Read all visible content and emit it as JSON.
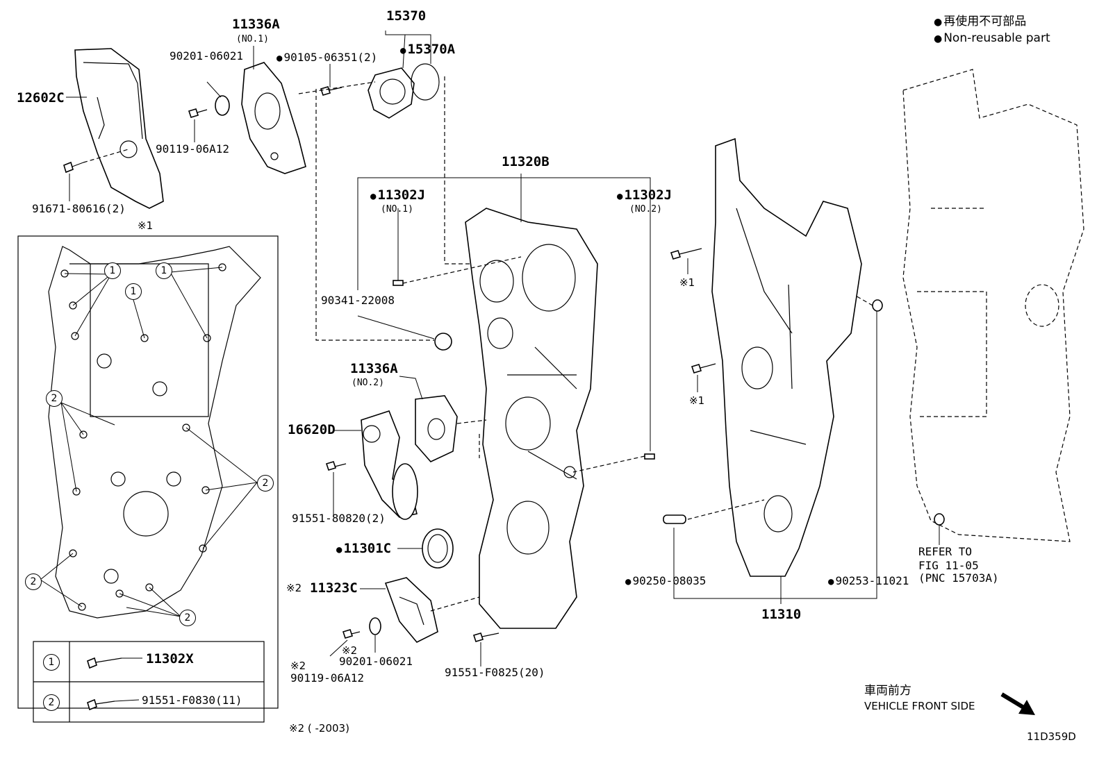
{
  "legend": {
    "jp": "再使用不可部品",
    "en": "Non-reusable part"
  },
  "figure_code": "11D359D",
  "direction": {
    "jp": "車両前方",
    "en": "VEHICLE FRONT SIDE"
  },
  "refer": {
    "line1": "REFER TO",
    "line2": "FIG 11-05",
    "line3": "(PNC 15703A)"
  },
  "footnote": "※2 (      -2003)",
  "inset_marker": "※1",
  "callouts": {
    "c1": "1",
    "c2": "2"
  },
  "table": {
    "row1": {
      "index": "1",
      "part": "11302X"
    },
    "row2": {
      "index": "2",
      "part": "91551-F0830(11)"
    }
  },
  "labels": {
    "p12602C": "12602C",
    "p91671": "91671-80616(2)",
    "p11336A_1": "11336A",
    "p11336A_1_sub": "(NO.1)",
    "p90201_top": "90201-06021",
    "p90119_top": "90119-06A12",
    "p15370": "15370",
    "p15370A": "15370A",
    "p90105": "90105-06351(2)",
    "p11320B": "11320B",
    "p11302J_1": "11302J",
    "p11302J_1_sub": "(NO.1)",
    "p11302J_2": "11302J",
    "p11302J_2_sub": "(NO.2)",
    "p90341": "90341-22008",
    "p11336A_2": "11336A",
    "p11336A_2_sub": "(NO.2)",
    "p16620D": "16620D",
    "p91551_808": "91551-80820(2)",
    "p11301C": "11301C",
    "p11323C": "11323C",
    "p11323C_mark": "※2",
    "p90201_bot_mark": "※2",
    "p90201_bot": "90201-06021",
    "p90119_bot_mark": "※2",
    "p90119_bot": "90119-06A12",
    "p91551_F0825": "91551-F0825(20)",
    "p90250": "90250-08035",
    "p90253": "90253-11021",
    "p11310": "11310",
    "mark_r1": "※1",
    "mark_r2": "※1"
  }
}
